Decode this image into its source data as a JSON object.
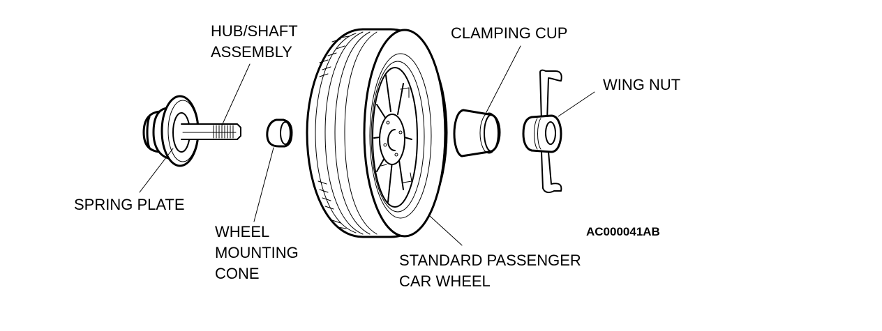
{
  "diagram": {
    "type": "exploded-parts-diagram",
    "subject": "wheel balancer mounting assembly",
    "figure_code": "AC000041AB",
    "parts": [
      {
        "id": "hub-shaft-assembly",
        "label_lines": [
          "HUB/SHAFT",
          "ASSEMBLY"
        ]
      },
      {
        "id": "spring-plate",
        "label_lines": [
          "SPRING PLATE"
        ]
      },
      {
        "id": "wheel-mounting-cone",
        "label_lines": [
          "WHEEL",
          "MOUNTING",
          "CONE"
        ]
      },
      {
        "id": "standard-passenger-car-wheel",
        "label_lines": [
          "STANDARD PASSENGER",
          "CAR WHEEL"
        ]
      },
      {
        "id": "clamping-cup",
        "label_lines": [
          "CLAMPING CUP"
        ]
      },
      {
        "id": "wing-nut",
        "label_lines": [
          "WING NUT"
        ]
      }
    ],
    "colors": {
      "line": "#000000",
      "background": "#ffffff"
    }
  }
}
